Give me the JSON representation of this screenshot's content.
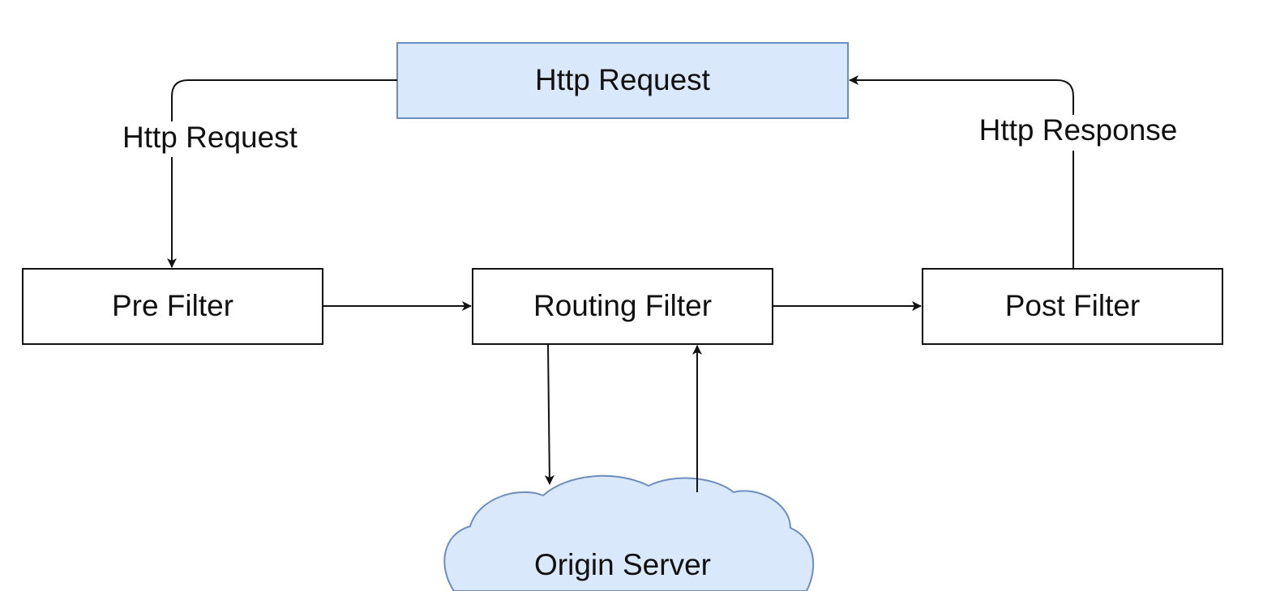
{
  "nodes": {
    "http_request": {
      "label": "Http Request",
      "fill": "#dae8fc",
      "stroke": "#6c8ebf"
    },
    "pre_filter": {
      "label": "Pre Filter",
      "fill": "#ffffff"
    },
    "routing_filter": {
      "label": "Routing Filter",
      "fill": "#ffffff"
    },
    "post_filter": {
      "label": "Post Filter",
      "fill": "#ffffff"
    },
    "origin_server": {
      "label": "Origin Server",
      "fill": "#dae8fc",
      "stroke": "#6c8ebf"
    }
  },
  "edges": {
    "request_to_pre": {
      "label": "Http Request"
    },
    "post_to_request": {
      "label": "Http Response"
    }
  },
  "colors": {
    "line": "#111111",
    "accent_fill": "#dae8fc",
    "accent_stroke": "#6c8ebf"
  }
}
